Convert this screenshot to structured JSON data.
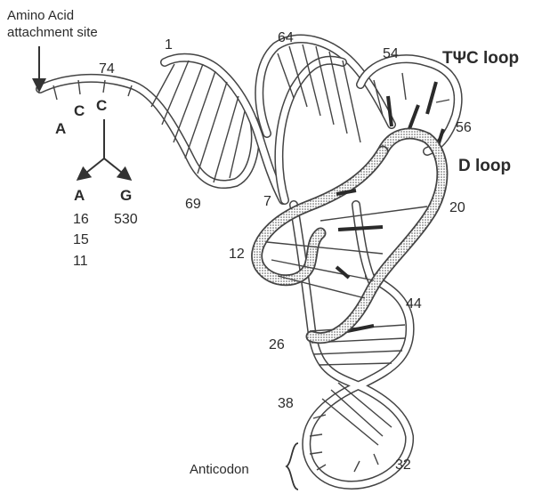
{
  "labels": {
    "amino_line1": "Amino Acid",
    "amino_line2": "attachment site",
    "tpsic_loop": "TΨC loop",
    "d_loop": "D loop",
    "anticodon": "Anticodon"
  },
  "bases": {
    "a_end": "A",
    "c_mid": "C",
    "c_last": "C",
    "a_branch": "A",
    "g_branch": "G"
  },
  "positions": {
    "p1": "1",
    "p74": "74",
    "p64": "64",
    "p54": "54",
    "p56": "56",
    "p69": "69",
    "p7": "7",
    "p20": "20",
    "p12": "12",
    "p44": "44",
    "p26": "26",
    "p38": "38",
    "p32": "32"
  },
  "rrna_positions": {
    "a_list": [
      "16",
      "15",
      "11"
    ],
    "g_value": "530"
  }
}
